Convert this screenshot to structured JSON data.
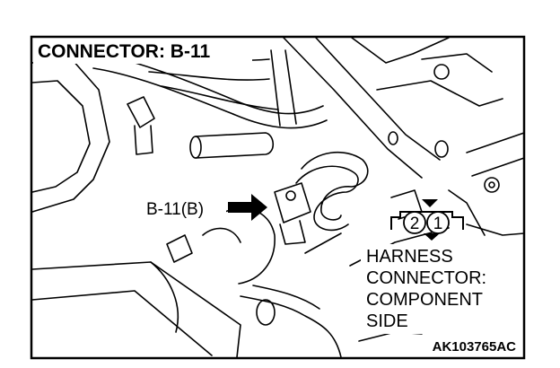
{
  "title": "CONNECTOR: B-11",
  "callout_label": "B-11(B)",
  "harness_lines": [
    "HARNESS",
    "CONNECTOR:",
    "COMPONENT",
    "SIDE"
  ],
  "pin_numbers": [
    "2",
    "1"
  ],
  "figure_code": "AK103765AC",
  "colors": {
    "line": "#000000",
    "background": "#ffffff"
  }
}
